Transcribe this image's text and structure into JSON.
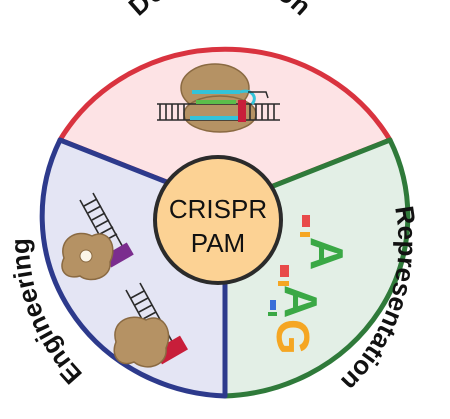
{
  "center": {
    "line1": "CRISPR",
    "line2": "PAM"
  },
  "sections": {
    "top": {
      "label": "Determination",
      "color": "#d9333f",
      "fill": "#fde3e5"
    },
    "right": {
      "label": "Representation",
      "color": "#2f7a3a",
      "fill": "#e3efe6"
    },
    "left": {
      "label": "Engineering",
      "color": "#2d3a8c",
      "fill": "#e4e5f4"
    }
  },
  "logo": {
    "letters": [
      "A",
      "A",
      "G"
    ]
  },
  "colors": {
    "center_fill": "#fcd294",
    "protein": "#b59264",
    "dna": "#2b2b2b",
    "guide_cyan": "#33c3d9",
    "guide_green": "#5bbd4a",
    "pam_red": "#c81e3a",
    "pam_purple": "#7b2d8e"
  }
}
